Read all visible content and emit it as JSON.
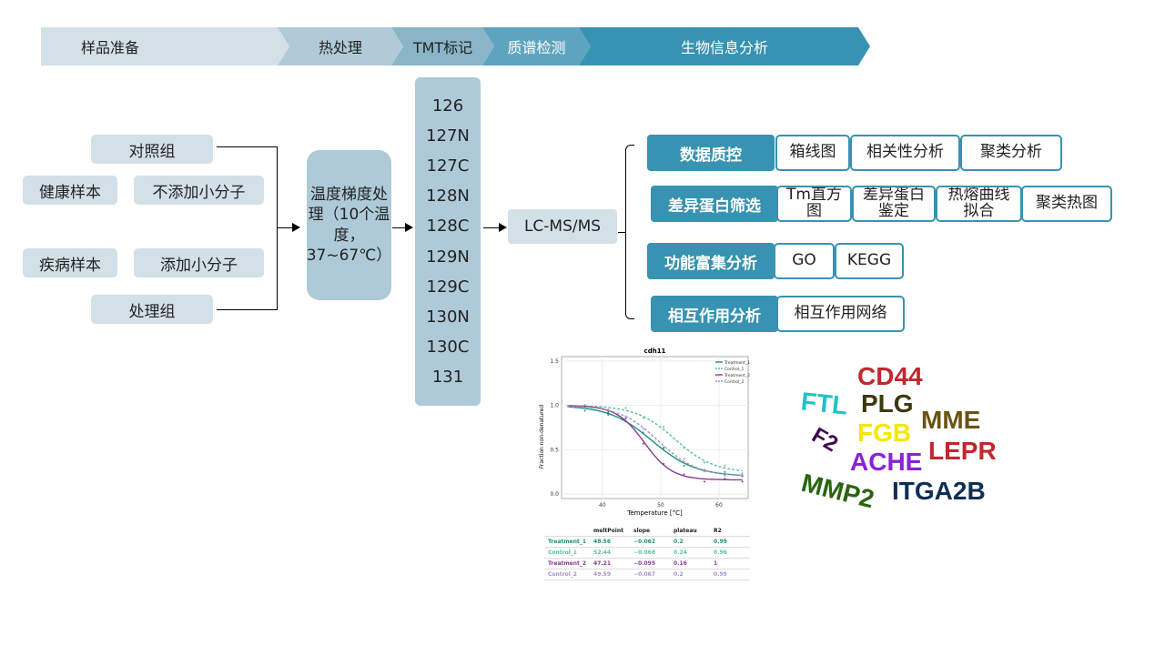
{
  "steps": [
    {
      "label": "样品准备",
      "bg": "#d3e0e8",
      "fg": "#222"
    },
    {
      "label": "热处理",
      "bg": "#b0cad8",
      "fg": "#222"
    },
    {
      "label": "TMT标记",
      "bg": "#8ab5c9",
      "fg": "#222"
    },
    {
      "label": "质谱检测",
      "bg": "#5ea4bf",
      "fg": "#fff"
    },
    {
      "label": "生物信息分析",
      "bg": "#3793b1",
      "fg": "#fff"
    }
  ],
  "samples": {
    "control": "对照组",
    "healthy": "健康样本",
    "no_molecule": "不添加小分子",
    "disease": "疾病样本",
    "add_molecule": "添加小分子",
    "treatment": "处理组"
  },
  "heat": "温度梯度处理（10个温度，37~67℃）",
  "tmt_labels": [
    "126",
    "127N",
    "127C",
    "128N",
    "128C",
    "129N",
    "129C",
    "130N",
    "130C",
    "131"
  ],
  "ms": "LC-MS/MS",
  "analysis": [
    {
      "cat": "数据质控",
      "items": [
        "箱线图",
        "相关性分析",
        "聚类分析"
      ]
    },
    {
      "cat": "差异蛋白筛选",
      "items": [
        "Tm直方图",
        "差异蛋白鉴定",
        "热熔曲线拟合",
        "聚类热图"
      ]
    },
    {
      "cat": "功能富集分析",
      "items": [
        "GO",
        "KEGG"
      ]
    },
    {
      "cat": "相互作用分析",
      "items": [
        "相互作用网络"
      ]
    }
  ],
  "chart_data": {
    "type": "line",
    "title": "cdh11",
    "xlabel": "Temperature [°C]",
    "ylabel": "Fraction non-denatured",
    "xlim": [
      33,
      65
    ],
    "ylim": [
      -0.05,
      1.55
    ],
    "xticks": [
      40,
      50,
      60
    ],
    "yticks": [
      "0.0",
      "0.5",
      "1.0",
      "1.5"
    ],
    "legend_position": "top-right",
    "series": [
      {
        "name": "Treatment_1",
        "color": "#1a9471",
        "dash": false,
        "meltPoint": "48.56",
        "slope": "−0.062",
        "plateau": "0.2",
        "R2": "0.99",
        "tm": 48.56,
        "pl": 0.2,
        "k": 0.27
      },
      {
        "name": "Control_1",
        "color": "#5bc0a0",
        "dash": true,
        "meltPoint": "52.44",
        "slope": "−0.068",
        "plateau": "0.24",
        "R2": "0.96",
        "tm": 52.44,
        "pl": 0.24,
        "k": 0.3
      },
      {
        "name": "Treatment_2",
        "color": "#8b3a95",
        "dash": false,
        "meltPoint": "47.21",
        "slope": "−0.095",
        "plateau": "0.16",
        "R2": "1",
        "tm": 47.21,
        "pl": 0.16,
        "k": 0.42
      },
      {
        "name": "Control_2",
        "color": "#a892c9",
        "dash": true,
        "meltPoint": "49.59",
        "slope": "−0.067",
        "plateau": "0.2",
        "R2": "0.99",
        "tm": 49.59,
        "pl": 0.2,
        "k": 0.3
      }
    ],
    "table_headers": [
      "",
      "meltPoint",
      "slope",
      "plateau",
      "R2"
    ]
  },
  "wordcloud": [
    {
      "text": "CD44",
      "color": "#c0282e"
    },
    {
      "text": "FTL",
      "color": "#1ec3c8"
    },
    {
      "text": "PLG",
      "color": "#3d3a12"
    },
    {
      "text": "F2",
      "color": "#3f0a4f"
    },
    {
      "text": "FGB",
      "color": "#f5e800"
    },
    {
      "text": "MME",
      "color": "#6b5310"
    },
    {
      "text": "ACHE",
      "color": "#8a22d6"
    },
    {
      "text": "LEPR",
      "color": "#c0282e"
    },
    {
      "text": "MMP2",
      "color": "#2a6410"
    },
    {
      "text": "ITGA2B",
      "color": "#0f2e55"
    }
  ]
}
